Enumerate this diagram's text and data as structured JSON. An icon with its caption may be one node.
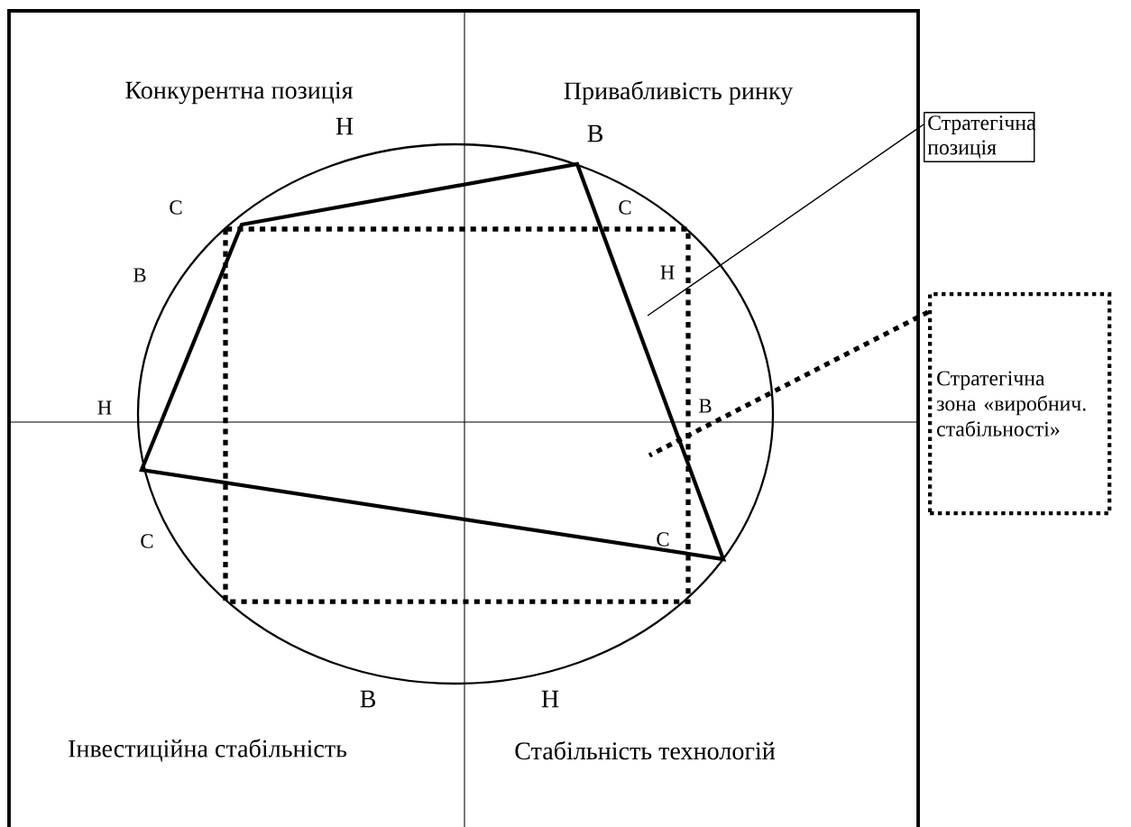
{
  "diagram": {
    "nodes": [
      {
        "text": [
          "Стратегічна позиція"
        ]
      },
      {
        "text": [],
        "shape": "polygon"
      },
      {
        "text": [
          "Стратегічна зона «виробнич. стабільності»"
        ]
      },
      {
        "text": [],
        "shape": "box"
      }
    ],
    "edges": [
      {
        "from": 0,
        "to": 1,
        "arrow": "none"
      },
      {
        "from": 2,
        "to": 3,
        "arrow": "none",
        "style": "dashed"
      }
    ],
    "labels": [
      "Конкурентна позиція",
      "Привабливість ринку",
      "Н",
      "В",
      "С",
      "С",
      "В",
      "Н",
      "Н",
      "В",
      "С",
      "С",
      "В",
      "Н",
      "Інвестиційна стабільність",
      "Стабільність технологій"
    ]
  }
}
